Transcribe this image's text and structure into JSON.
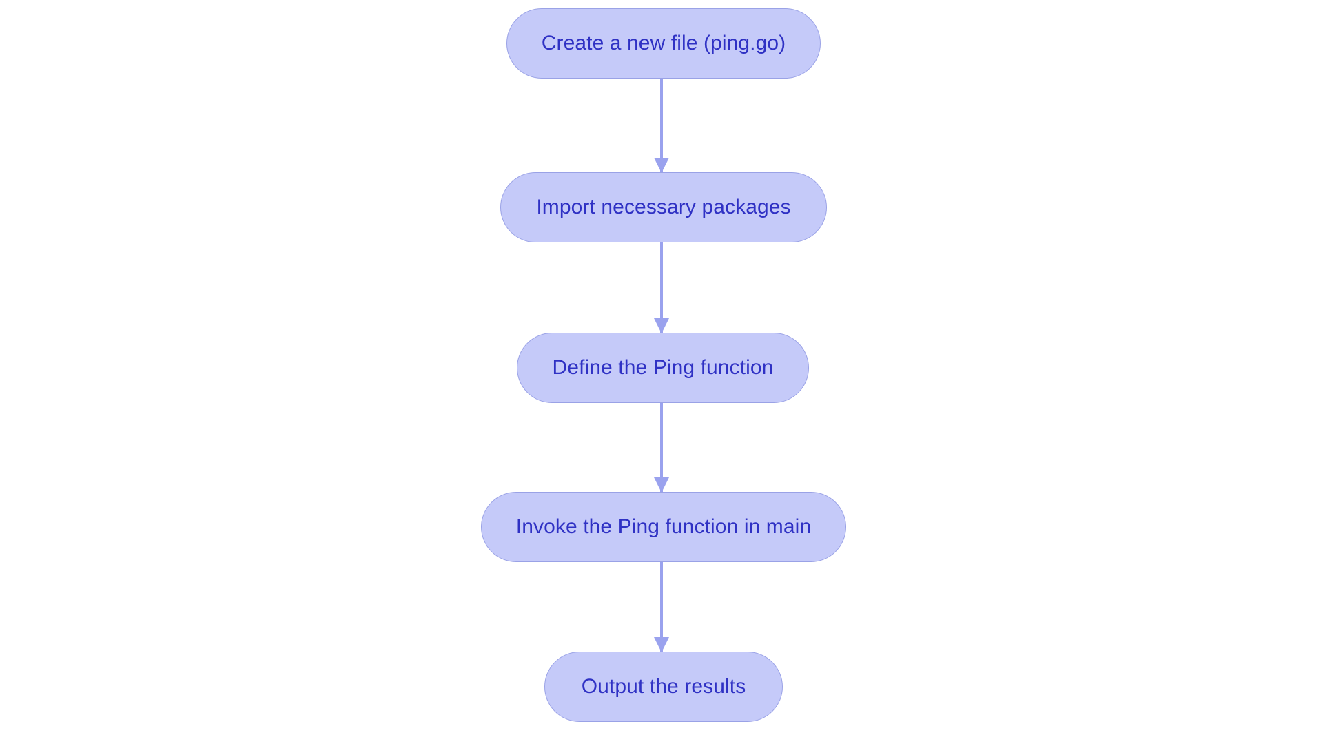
{
  "diagram": {
    "type": "flowchart",
    "orientation": "top-to-bottom",
    "background_color": "#ffffff",
    "node_fill_color": "#c5caf9",
    "node_border_color": "#9aa2e6",
    "node_text_color": "#2f31c4",
    "edge_color": "#9aa2ee",
    "node_shape": "stadium",
    "nodes": [
      {
        "id": "n0",
        "label": "Create a new file (ping.go)"
      },
      {
        "id": "n1",
        "label": "Import necessary packages"
      },
      {
        "id": "n2",
        "label": "Define the Ping function"
      },
      {
        "id": "n3",
        "label": "Invoke the Ping function in main"
      },
      {
        "id": "n4",
        "label": "Output the results"
      }
    ],
    "edges": [
      {
        "from": "n0",
        "to": "n1",
        "label": "",
        "arrow": "arrow-down-icon"
      },
      {
        "from": "n1",
        "to": "n2",
        "label": "",
        "arrow": "arrow-down-icon"
      },
      {
        "from": "n2",
        "to": "n3",
        "label": "",
        "arrow": "arrow-down-icon"
      },
      {
        "from": "n3",
        "to": "n4",
        "label": "",
        "arrow": "arrow-down-icon"
      }
    ]
  }
}
